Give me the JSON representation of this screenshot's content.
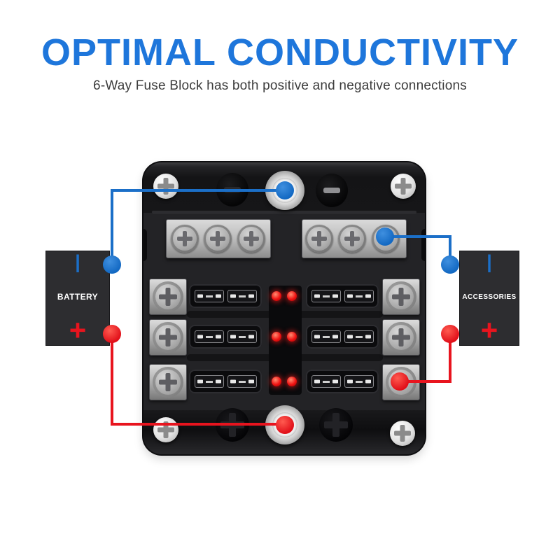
{
  "header": {
    "title": "OPTIMAL CONDUCTIVITY",
    "subtitle": "6-Way Fuse Block has both positive and negative connections"
  },
  "colors": {
    "title_blue": "#1e76db",
    "subtitle_gray": "#3c3c3c",
    "wire_blue": "#1b6fc8",
    "wire_red": "#e8141e",
    "led_red": "#f01212",
    "block_body": "#232326"
  },
  "battery": {
    "label": "BATTERY",
    "negative_symbol": "|",
    "positive_symbol": "+"
  },
  "accessories": {
    "label": "ACCESSORIES",
    "negative_symbol": "|",
    "positive_symbol": "+"
  },
  "fuse_block": {
    "rows": 3,
    "fuses_per_row": 2,
    "led_count": 6,
    "bus_screws_per_bar": 3,
    "negative_wire_connections": [
      "battery negative to top post",
      "negative bus bar to accessories negative"
    ],
    "positive_wire_connections": [
      "battery positive to bottom post",
      "fuse output terminal to accessories positive"
    ]
  }
}
